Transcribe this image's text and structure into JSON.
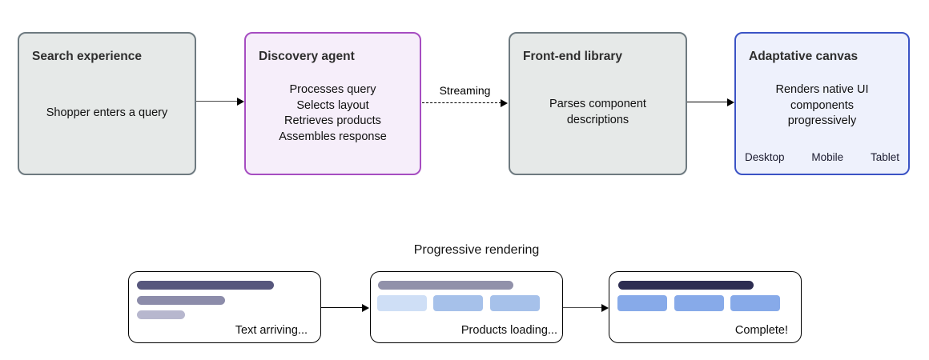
{
  "flow": {
    "boxes": [
      {
        "id": "search-experience",
        "title": "Search experience",
        "lines": [
          "Shopper enters a query"
        ],
        "variant": "gray"
      },
      {
        "id": "discovery-agent",
        "title": "Discovery agent",
        "lines": [
          "Processes query",
          "Selects layout",
          "Retrieves products",
          "Assembles response"
        ],
        "variant": "purple"
      },
      {
        "id": "front-end-library",
        "title": "Front-end library",
        "lines": [
          "Parses component",
          "descriptions"
        ],
        "variant": "gray"
      },
      {
        "id": "adaptative-canvas",
        "title": "Adaptative canvas",
        "lines": [
          "Renders native UI",
          "components",
          "progressively"
        ],
        "footer": [
          "Desktop",
          "Mobile",
          "Tablet"
        ],
        "variant": "blue"
      }
    ],
    "connector_label": "Streaming"
  },
  "progressive": {
    "title": "Progressive rendering",
    "cards": [
      {
        "caption": "Text arriving..."
      },
      {
        "caption": "Products loading..."
      },
      {
        "caption": "Complete!"
      }
    ]
  },
  "colors": {
    "node_gray_bg": "#e6e9e8",
    "node_gray_border": "#6e7a80",
    "node_purple_bg": "#f6eefa",
    "node_purple_border": "#a64dc1",
    "node_blue_bg": "#eef1fc",
    "node_blue_border": "#3b53c5",
    "skeleton_dark": "#57577d",
    "skeleton_medium": "#8c8caa",
    "skeleton_light": "#b7b7ce",
    "bar_loading": "#9191aa",
    "bar_complete": "#2d2d52",
    "tile_light": "#cfdff6",
    "tile_blue": "#a6c1ea",
    "tile_complete": "#87aae9"
  }
}
